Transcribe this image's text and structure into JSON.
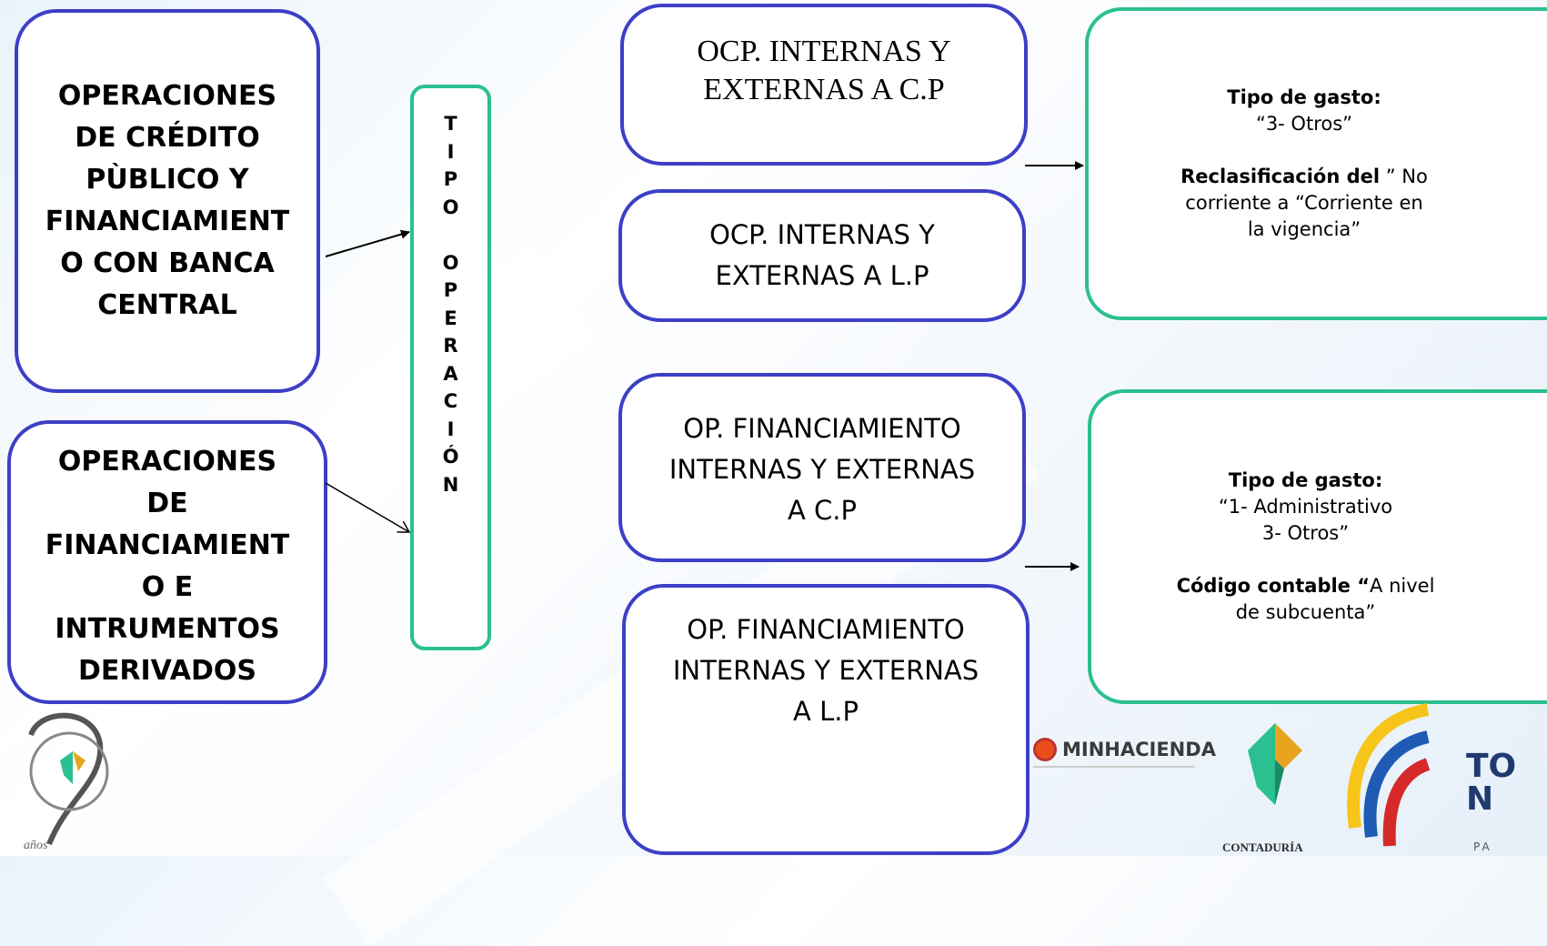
{
  "left_boxes": {
    "credito": [
      "OPERACIONES",
      "DE CRÉDITO",
      "PÙBLICO Y",
      "FINANCIAMIENT",
      "O CON BANCA",
      "CENTRAL"
    ],
    "financiamiento": [
      "OPERACIONES",
      "DE",
      "FINANCIAMIENT",
      "O E",
      "INTRUMENTOS",
      "DERIVADOS"
    ]
  },
  "vertical_label": [
    "T",
    "I",
    "P",
    "O",
    "",
    "O",
    "P",
    "E",
    "R",
    "A",
    "C",
    "I",
    "Ó",
    "N"
  ],
  "middle_boxes": {
    "ocp_cp": [
      "OCP. INTERNAS Y",
      "EXTERNAS A  C.P"
    ],
    "ocp_lp": [
      "OCP. INTERNAS Y",
      "EXTERNAS A  L.P"
    ],
    "op_fin_cp": [
      "OP. FINANCIAMIENTO",
      "INTERNAS Y EXTERNAS",
      "A  C.P"
    ],
    "op_fin_lp": [
      "OP. FINANCIAMIENTO",
      "INTERNAS Y EXTERNAS",
      "A  L.P"
    ]
  },
  "right_boxes": {
    "top": {
      "tipo_label": "Tipo de gasto:",
      "tipo_value": "“3- Otros”",
      "reclas_label": "Reclasificación del",
      "reclas_line1": " ” No",
      "reclas_line2": "corriente  a “Corriente en",
      "reclas_line3": "la vigencia”"
    },
    "bottom": {
      "tipo_label": "Tipo de gasto:",
      "tipo_line1": "“1- Administrativo",
      "tipo_line2": "3- Otros”",
      "codigo_label": "Código contable “",
      "codigo_line1": "A nivel",
      "codigo_line2": "de subcuenta”"
    }
  },
  "logos": {
    "minhacienda": "MINHACIENDA",
    "contaduria": "CONTADURÍA",
    "anos": "años",
    "to": "TO",
    "n": "N",
    "pa": "PA"
  },
  "colors": {
    "blue_border": "#3d3fc7",
    "green_border": "#2bc08f"
  }
}
